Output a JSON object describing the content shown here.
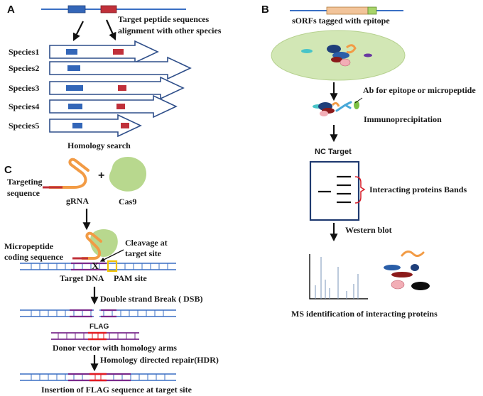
{
  "panel_a": {
    "letter": "A",
    "caption": "Target peptide sequences alignment with other species",
    "caption_line1": "Target peptide sequences",
    "caption_line2": "alignment with other species",
    "species": [
      "Species1",
      "Species2",
      "Species3",
      "Species4",
      "Species5"
    ],
    "footer": "Homology search"
  },
  "panel_b": {
    "letter": "B",
    "title": "sORFs tagged with  epitope",
    "ab_label": "Ab for epitope or micropeptide",
    "ip_label": "Immunoprecipitation",
    "nc_target": "NC Target",
    "bands_label": "Interacting proteins Bands",
    "western_label": "Western blot",
    "ms_label": "MS identification  of interacting proteins"
  },
  "panel_c": {
    "letter": "C",
    "targeting_line1": "Targeting",
    "targeting_line2": "sequence",
    "plus": "+",
    "grna": "gRNA",
    "cas9": "Cas9",
    "micro_line1": "Micropeptide",
    "micro_line2": "coding sequence",
    "cleavage_line1": "Cleavage at",
    "cleavage_line2": "target site",
    "cut_mark": "X",
    "target_dna": "Target DNA",
    "pam_site": "PAM site",
    "dsb": "Double strand Break ( DSB)",
    "flag": "FLAG",
    "donor": "Donor vector with  homology arms",
    "hdr": "Homology directed repair(HDR)",
    "insertion": "Insertion of FLAG sequence at target site"
  },
  "colors": {
    "dna_blue": "#3a6fc4",
    "segment_blue": "#3366b8",
    "segment_red": "#c0303a",
    "homology_purple": "#7a2a8c",
    "pam_yellow": "#f2c200",
    "flag_red": "#e21b22",
    "cas9_green": "#b8d88e",
    "grna_orange": "#f29b45",
    "cell_green": "#d2e7b5",
    "bracket_red": "#d81f2a"
  }
}
